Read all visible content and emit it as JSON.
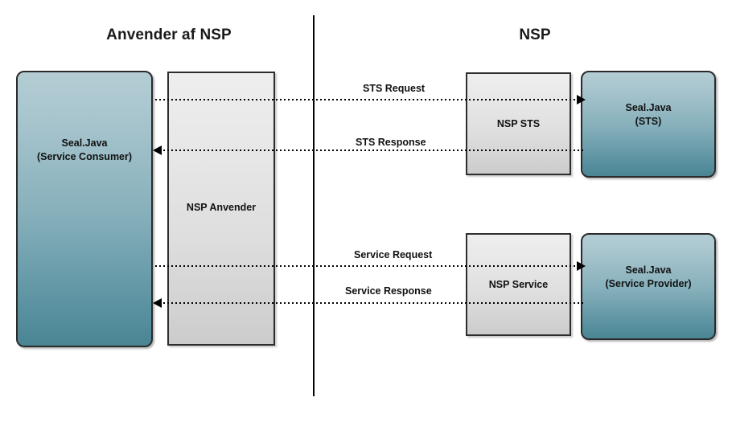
{
  "diagram": {
    "title_left": "Anvender af NSP",
    "title_right": "NSP",
    "boxes": {
      "seal_consumer": "Seal.Java\n(Service Consumer)",
      "nsp_anvender": "NSP Anvender",
      "nsp_sts": "NSP STS",
      "seal_sts": "Seal.Java\n(STS)",
      "nsp_service": "NSP Service",
      "seal_provider": "Seal.Java\n(Service Provider)"
    },
    "messages": {
      "sts_request": "STS Request",
      "sts_response": "STS Response",
      "service_request": "Service Request",
      "service_response": "Service Response"
    },
    "colors": {
      "teal_top": "#b4cdd4",
      "teal_bottom": "#4a8593",
      "gray_top": "#eeeeee",
      "gray_bottom": "#cbcbcb",
      "stroke": "#2e2e2e",
      "text": "#111111",
      "background": "#ffffff"
    }
  }
}
